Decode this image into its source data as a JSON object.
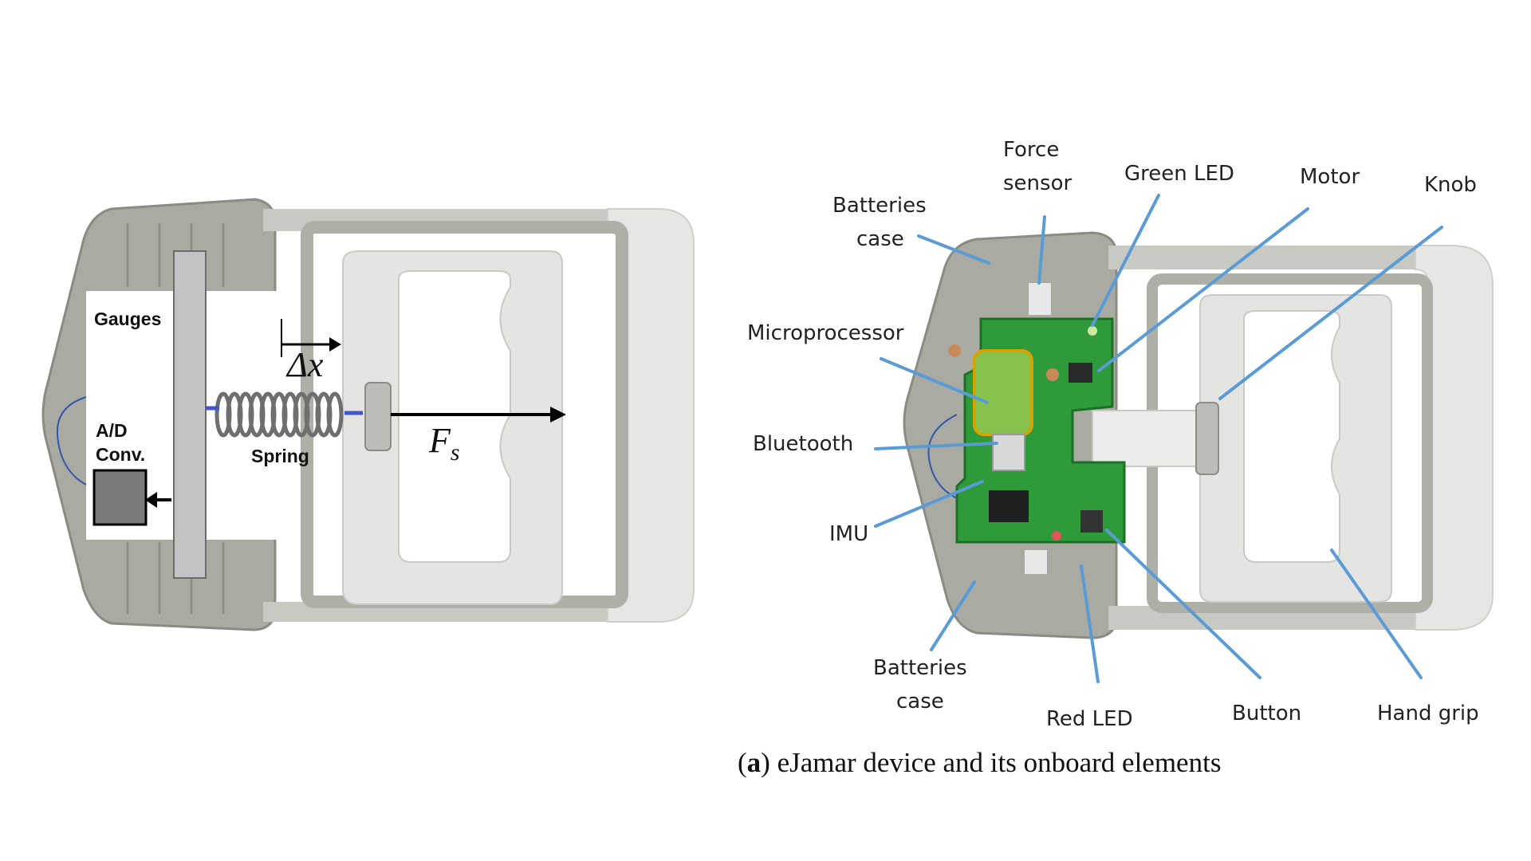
{
  "left_panel": {
    "gauges_label": "Gauges",
    "ad_label_line1": "A/D",
    "ad_label_line2": "Conv.",
    "spring_label": "Spring",
    "delta_x_label": "Δx",
    "force_symbol": "F",
    "force_subscript": "s"
  },
  "right_panel": {
    "labels": {
      "force_sensor_line1": "Force",
      "force_sensor_line2": "sensor",
      "green_led": "Green LED",
      "motor": "Motor",
      "knob": "Knob",
      "batteries_top_line1": "Batteries",
      "batteries_top_line2": "case",
      "microprocessor": "Microprocessor",
      "bluetooth": "Bluetooth",
      "imu": "IMU",
      "batteries_bottom_line1": "Batteries",
      "batteries_bottom_line2": "case",
      "red_led": "Red LED",
      "button": "Button",
      "hand_grip": "Hand grip"
    }
  },
  "caption": {
    "tag": "a",
    "text": " eJamar device and its onboard elements"
  },
  "colors": {
    "callout": "#5b9bd5",
    "housing": "#a9aba2",
    "grip": "#e4e4e2",
    "pcb": "#2f9a3a",
    "chip": "#86c24c"
  }
}
